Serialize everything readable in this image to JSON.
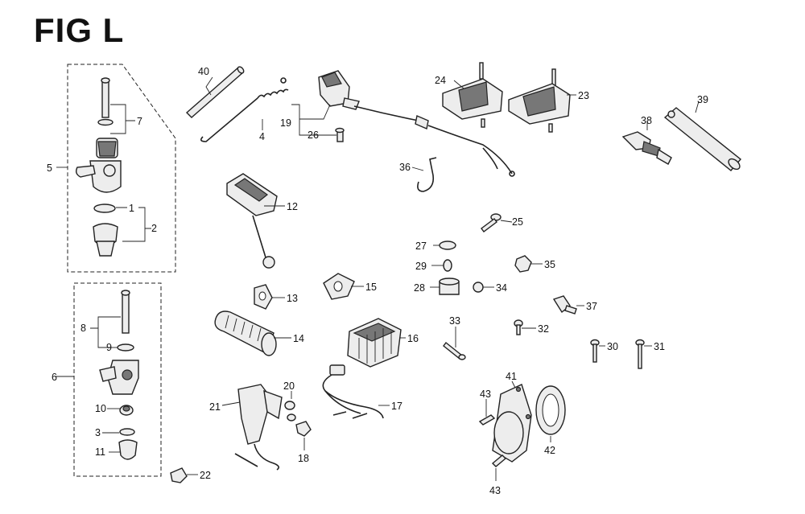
{
  "figure": {
    "title": "FIG L"
  },
  "labels": {
    "l1": "1",
    "l2": "2",
    "l3": "3",
    "l4": "4",
    "l5": "5",
    "l6": "6",
    "l7": "7",
    "l8": "8",
    "l9": "9",
    "l10": "10",
    "l11": "11",
    "l12": "12",
    "l13": "13",
    "l14": "14",
    "l15": "15",
    "l16": "16",
    "l17": "17",
    "l18": "18",
    "l19": "19",
    "l20": "20",
    "l21": "21",
    "l22": "22",
    "l23": "23",
    "l24": "24",
    "l25": "25",
    "l26": "26",
    "l27": "27",
    "l28": "28",
    "l29": "29",
    "l30": "30",
    "l31": "31",
    "l32": "32",
    "l33": "33",
    "l34": "34",
    "l35": "35",
    "l36": "36",
    "l37": "37",
    "l38": "38",
    "l39": "39",
    "l40": "40",
    "l41": "41",
    "l42": "42",
    "l43a": "43",
    "l43b": "43"
  }
}
